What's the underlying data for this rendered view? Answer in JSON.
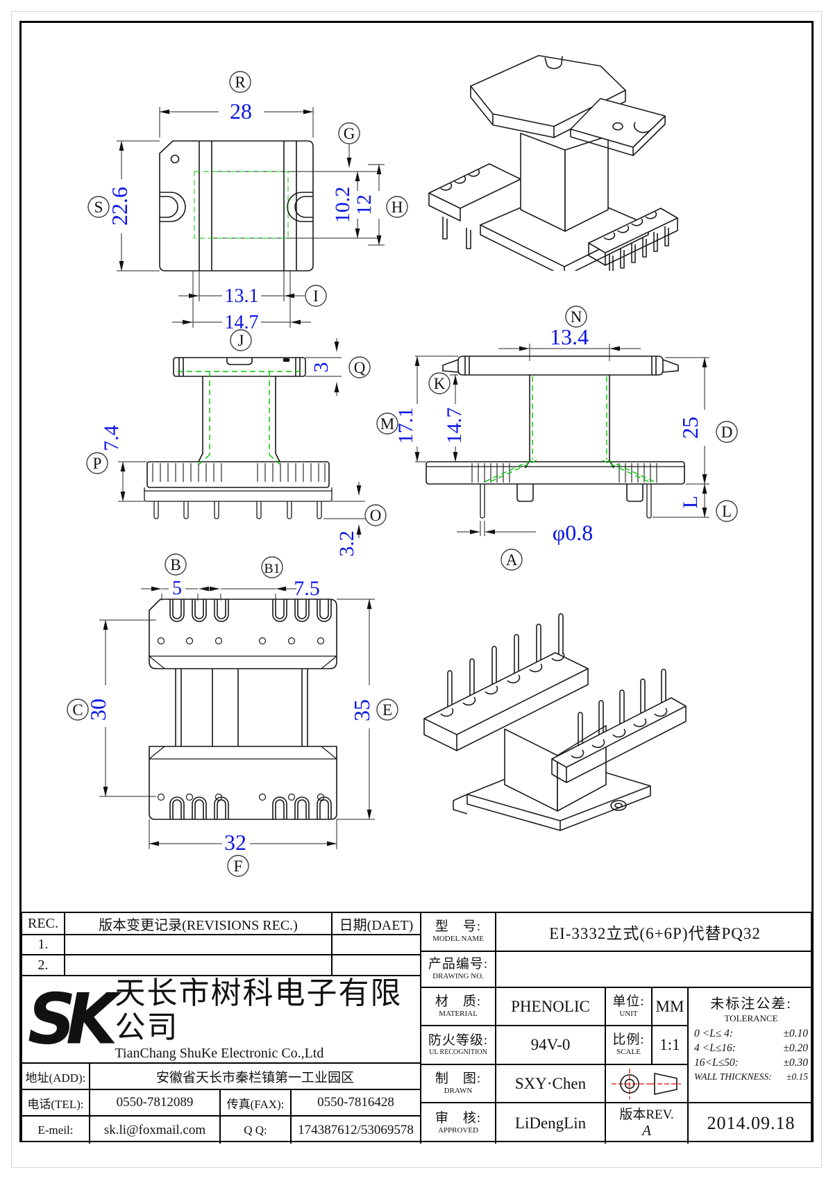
{
  "balloons": {
    "r": "R",
    "g": "G",
    "s": "S",
    "h": "H",
    "i": "I",
    "j": "J",
    "q": "Q",
    "p": "P",
    "o": "O",
    "n": "N",
    "k": "K",
    "m": "M",
    "d": "D",
    "l": "L",
    "a": "A",
    "b": "B",
    "b1": "B1",
    "c": "C",
    "e": "E",
    "f": "F"
  },
  "dims": {
    "v1": {
      "w": "28",
      "h": "22.6",
      "win": "10.2",
      "fl": "12",
      "s1": "13.1",
      "s2": "14.7"
    },
    "v2": {
      "t": "3",
      "hh": "7.4",
      "pl": "3.2"
    },
    "v3": {
      "w": "13.4",
      "h1": "17.1",
      "h2": "14.7",
      "oh": "25",
      "pl": "L",
      "dia": "φ0.8"
    },
    "v4": {
      "p1": "5",
      "p2": "7.5",
      "wh": "30",
      "oh": "35",
      "ow": "32"
    }
  },
  "title_block": {
    "rec": {
      "col_rec": "REC.",
      "col_desc": "版本变更记录(REVISIONS REC.)",
      "col_date": "日期(DAET)",
      "row1": "1.",
      "row2": "2."
    },
    "company": {
      "logo": "SK",
      "name_cn": "天长市树科电子有限公司",
      "name_en": "TianChang ShuKe Electronic Co.,Ltd"
    },
    "contact": {
      "addr_label": "地址(ADD):",
      "addr": "安徽省天长市秦栏镇第一工业园区",
      "tel_label": "电话(TEL):",
      "tel": "0550-7812089",
      "fax_label": "传真(FAX):",
      "fax": "0550-7816428",
      "email_label": "E-meil:",
      "email": "sk.li@foxmail.com",
      "qq_label": "Q Q:",
      "qq": "174387612/53069578"
    },
    "spec": {
      "model_cn": "型　号:",
      "model_en": "MODEL NAME",
      "model": "EI-3332立式(6+6P)代替PQ32",
      "pn_cn": "产品编号:",
      "pn_en": "DRAWING NO.",
      "pn": "",
      "material_cn": "材　质:",
      "material_en": "MATERIAL",
      "material": "PHENOLIC",
      "unit_cn": "单位:",
      "unit_en": "UNIT",
      "unit": "MM",
      "fire_cn": "防火等级:",
      "fire_en": "UL RECOGNITION",
      "fire": "94V-0",
      "scale_cn": "比例:",
      "scale_en": "SCALE",
      "scale": "1:1",
      "drawn_cn": "制　图:",
      "drawn_en": "DRAWN",
      "drawn": "SXY·Chen",
      "approved_cn": "审　核:",
      "approved_en": "APPROVED",
      "approved": "LiDengLin",
      "rev_label": "版本REV.",
      "rev": "A",
      "date": "2014.09.18"
    },
    "tolerance": {
      "title_cn": "未标注公差:",
      "title_en": "TOLERANCE",
      "rows": [
        {
          "range": "0 <L≤ 4:",
          "val": "±0.10"
        },
        {
          "range": "4 <L≤16:",
          "val": "±0.20"
        },
        {
          "range": "16<L≤50:",
          "val": "±0.30"
        },
        {
          "range": "WALL THICKNESS:",
          "val": "±0.15"
        }
      ]
    }
  }
}
